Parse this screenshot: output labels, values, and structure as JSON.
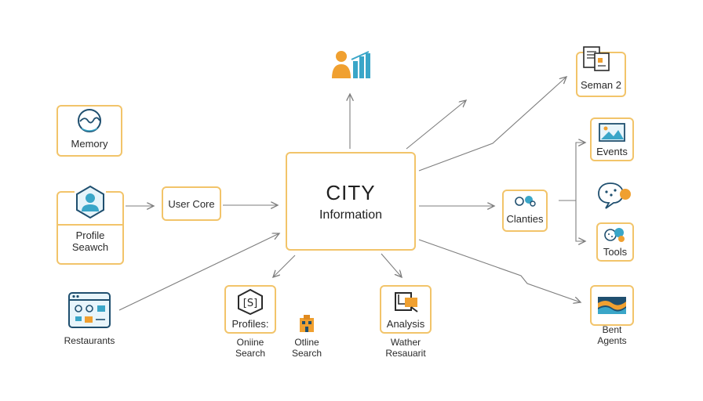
{
  "center": {
    "title": "CITY",
    "subtitle": "Information"
  },
  "nodes": {
    "memory": "Memory",
    "profile_line1": "Profile",
    "profile_line2": "Seawch",
    "user_core": "User Core",
    "restaurants": "Restaurants",
    "profiles": "Profiles:",
    "online_search_1_line1": "Oniine",
    "online_search_1_line2": "Search",
    "online_search_2_line1": "Otline",
    "online_search_2_line2": "Search",
    "analysis": "Analysis",
    "wather_line1": "Wather",
    "wather_line2": "Resauarit",
    "clanties": "Clanties",
    "seman": "Seman 2",
    "events": "Events",
    "tools": "Tools",
    "bent_line1": "Bent",
    "bent_line2": "Agents"
  },
  "colors": {
    "border": "#f2c46a",
    "arrow": "#7d7d7d",
    "orange": "#f0a030",
    "blue": "#3aa6c8",
    "navy": "#1f4f6f"
  },
  "icons": [
    "person-chart-icon",
    "documents-icon",
    "wave-face-icon",
    "user-profile-icon",
    "landscape-image-icon",
    "chat-bubbles-icon",
    "browser-window-icon",
    "hexagon-logo-icon",
    "building-icon",
    "chart-document-icon",
    "group-icon",
    "dice-icon",
    "map-layers-icon"
  ]
}
